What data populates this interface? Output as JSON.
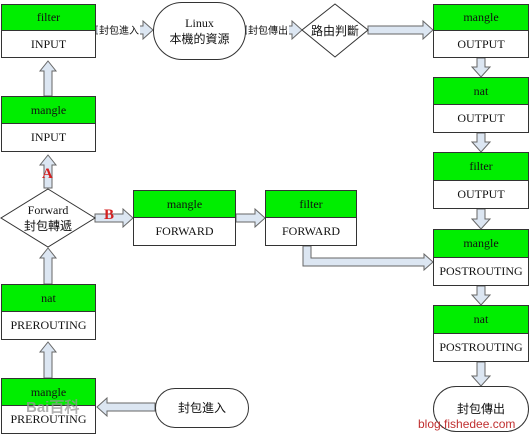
{
  "nodes": {
    "filter_input": {
      "table": "filter",
      "chain": "INPUT"
    },
    "mangle_input": {
      "table": "mangle",
      "chain": "INPUT"
    },
    "nat_prerouting": {
      "table": "nat",
      "chain": "PREROUTING"
    },
    "mangle_prerouting": {
      "table": "mangle",
      "chain": "PREROUTING"
    },
    "mangle_forward": {
      "table": "mangle",
      "chain": "FORWARD"
    },
    "filter_forward": {
      "table": "filter",
      "chain": "FORWARD"
    },
    "mangle_output": {
      "table": "mangle",
      "chain": "OUTPUT"
    },
    "nat_output": {
      "table": "nat",
      "chain": "OUTPUT"
    },
    "filter_output": {
      "table": "filter",
      "chain": "OUTPUT"
    },
    "mangle_postrouting": {
      "table": "mangle",
      "chain": "POSTROUTING"
    },
    "nat_postrouting": {
      "table": "nat",
      "chain": "POSTROUTING"
    }
  },
  "terminals": {
    "local_resource": {
      "line1": "Linux",
      "line2": "本機的資源"
    },
    "packet_in": {
      "text": "封包進入"
    },
    "packet_out": {
      "text": "封包傳出"
    }
  },
  "decisions": {
    "routing": {
      "text": "路由判斷"
    },
    "forward": {
      "line1": "Forward",
      "line2": "封包轉遞"
    }
  },
  "edge_labels": {
    "into_local": "封包進入",
    "out_of_local": "封包傳出"
  },
  "route_marks": {
    "a": "A",
    "b": "B"
  },
  "watermarks": {
    "site": "blog.fishedee.com",
    "baidu": "Bai百科"
  },
  "colors": {
    "table_header": "#00ee00",
    "arrow_fill": "#dce6f2",
    "mark": "#d42020"
  }
}
